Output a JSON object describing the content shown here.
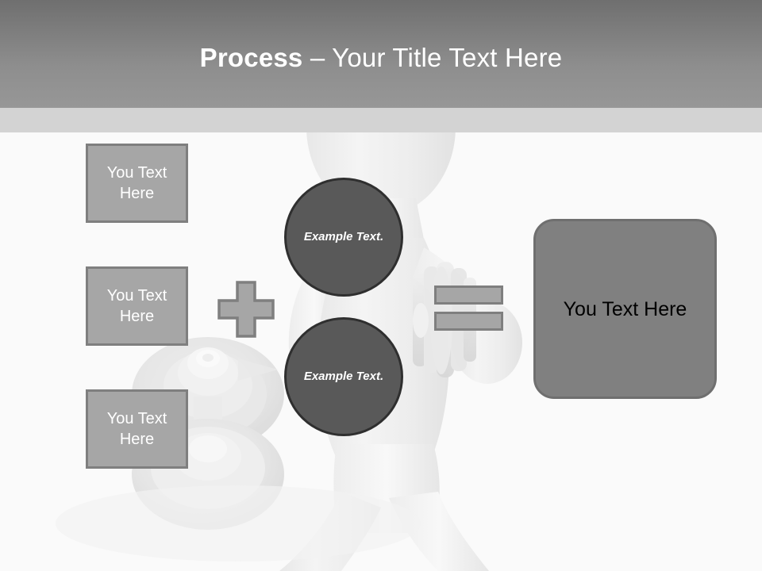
{
  "slide": {
    "title_strong": "Process",
    "title_rest": " – Your Title Text Here"
  },
  "left_boxes": [
    {
      "label": "You Text Here"
    },
    {
      "label": "You Text Here"
    },
    {
      "label": "You Text Here"
    }
  ],
  "operators": {
    "plus": "plus-sign",
    "equals": "equals-sign"
  },
  "circles": [
    {
      "label": "Example Text."
    },
    {
      "label": "Example Text."
    }
  ],
  "result": {
    "label": "You Text Here"
  },
  "background": {
    "illustration": "3d-figure-lifting-dumbbell"
  },
  "colors": {
    "header_top": "#6f6f6f",
    "header_bottom": "#979797",
    "header_strip": "#d3d3d3",
    "box_fill": "#a6a6a6",
    "box_border": "#7f7f7f",
    "circle_fill": "#595959",
    "circle_border": "#2f2f2f",
    "result_fill": "#808080",
    "slide_bg": "#fafafa",
    "title_text": "#ffffff"
  }
}
